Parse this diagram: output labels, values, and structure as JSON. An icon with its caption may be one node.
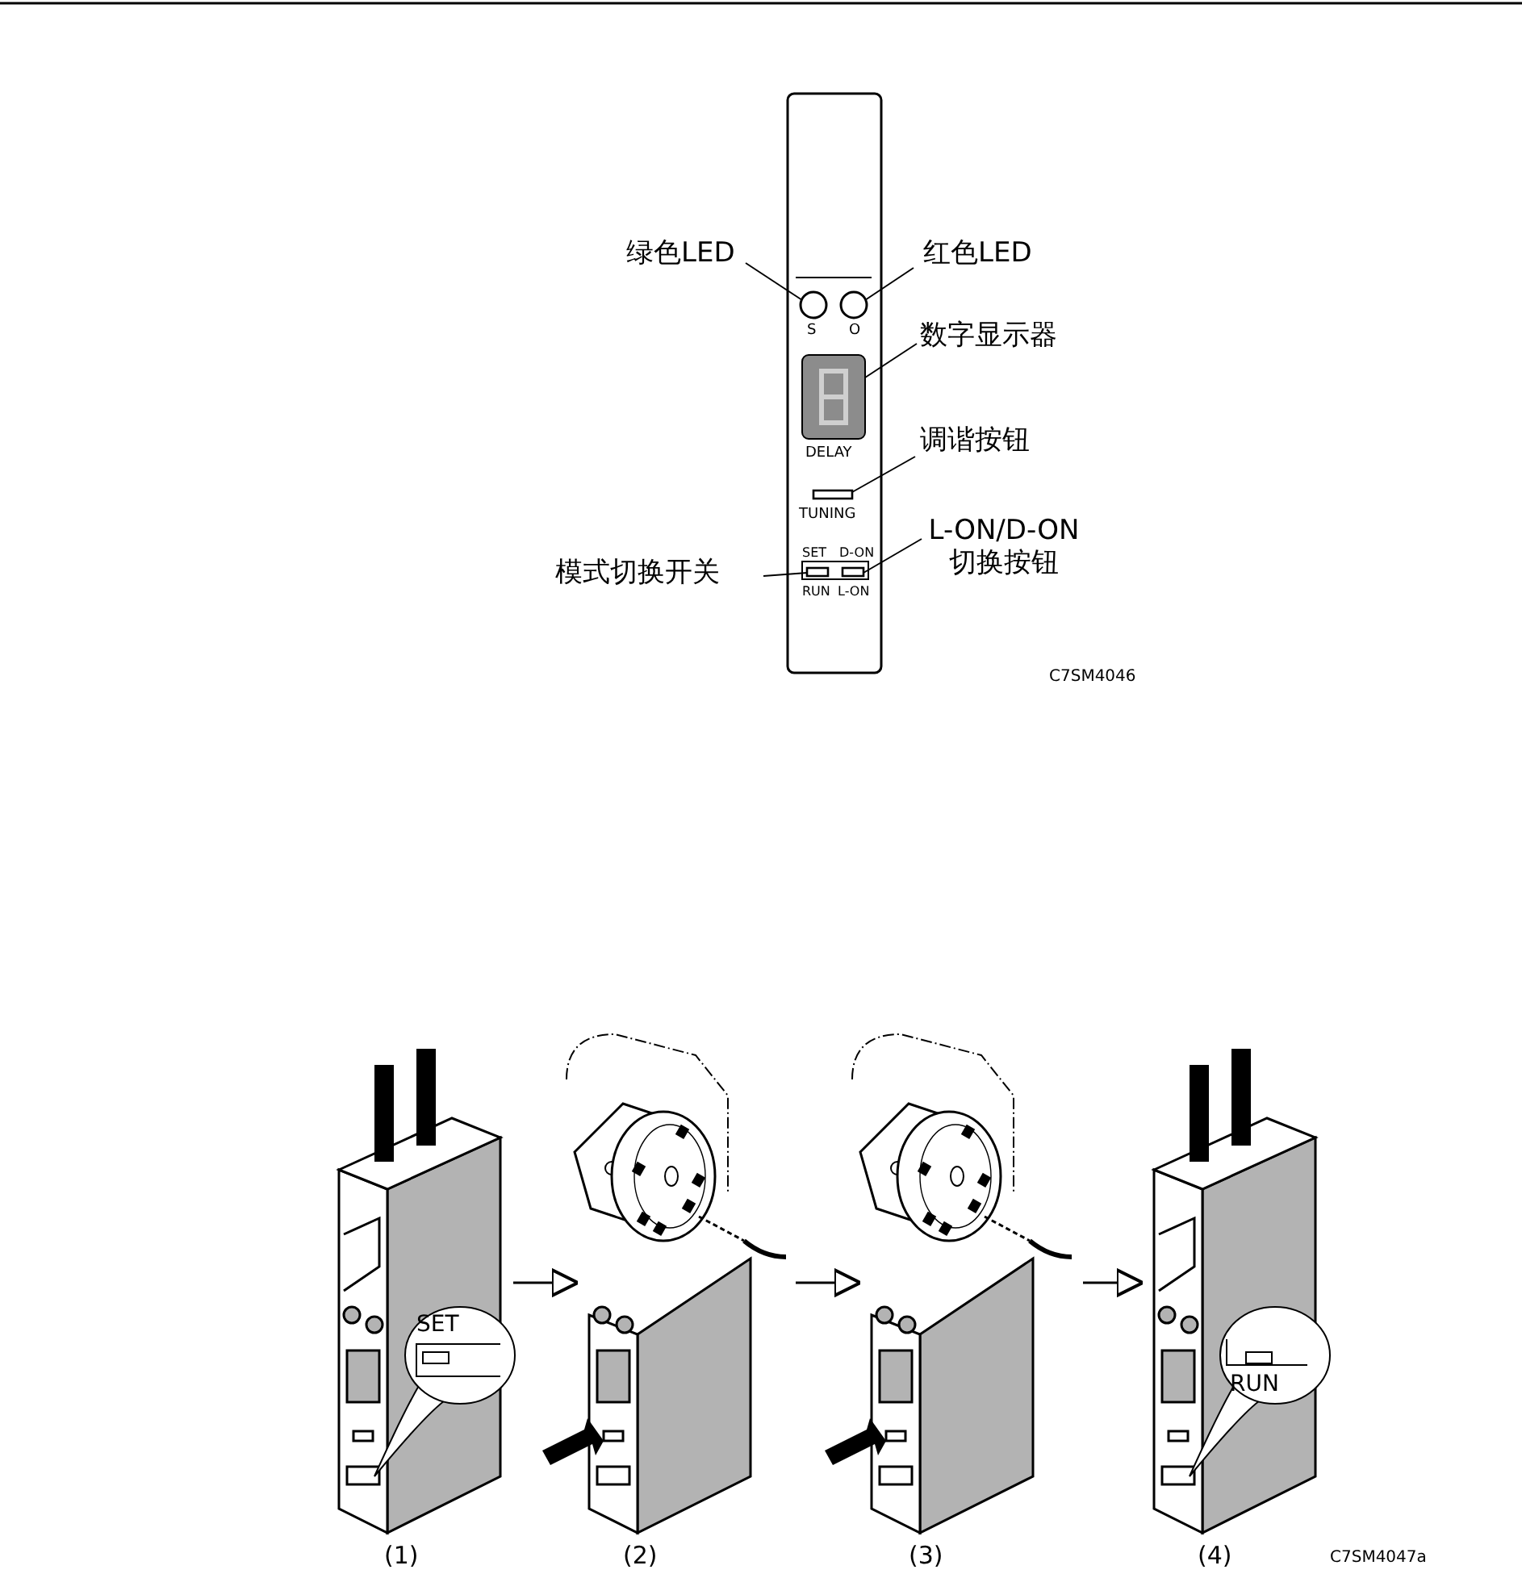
{
  "diagram": {
    "nodes": [
      {
        "text": [
          "绿色LED"
        ]
      },
      {
        "text": [
          "红色LED"
        ]
      },
      {
        "text": [
          "数字显示器"
        ]
      },
      {
        "text": [
          "调谐按钮"
        ]
      },
      {
        "text": [
          "L-ON/D-ON 切换按钮"
        ]
      },
      {
        "text": [
          "模式切换开关"
        ]
      },
      {
        "text": [],
        "shape": "circle"
      },
      {
        "text": [],
        "shape": "circle"
      },
      {
        "text": [],
        "shape": "box"
      },
      {
        "text": [],
        "shape": "bar"
      },
      {
        "text": [],
        "shape": "box"
      },
      {
        "text": [],
        "shape": "box"
      },
      {
        "text": [],
        "shape": "picture",
        "beside": [
          "(1)"
        ]
      },
      {
        "text": [],
        "shape": "picture",
        "beside": [
          "(2)"
        ]
      },
      {
        "text": [],
        "shape": "picture",
        "beside": [
          "(3)"
        ]
      },
      {
        "text": [],
        "shape": "picture",
        "beside": [
          "(4)"
        ]
      }
    ],
    "edges": [
      {
        "from": 0,
        "to": 6,
        "arrow": "none"
      },
      {
        "from": 1,
        "to": 7,
        "arrow": "none"
      },
      {
        "from": 2,
        "to": 8,
        "arrow": "none"
      },
      {
        "from": 3,
        "to": 9,
        "arrow": "none"
      },
      {
        "from": 4,
        "to": 10,
        "arrow": "none"
      },
      {
        "from": 5,
        "to": 11,
        "arrow": "none"
      },
      {
        "from": 12,
        "to": 13,
        "arrow": "to"
      },
      {
        "from": 13,
        "to": 14,
        "arrow": "to"
      },
      {
        "from": 14,
        "to": 15,
        "arrow": "to"
      }
    ],
    "labels": [
      "S",
      "O",
      "DELAY",
      "TUNING",
      "SET",
      "D-ON",
      "RUN",
      "L-ON",
      "C7SM4046",
      "SET",
      "RUN",
      "C7SM4047a"
    ]
  }
}
